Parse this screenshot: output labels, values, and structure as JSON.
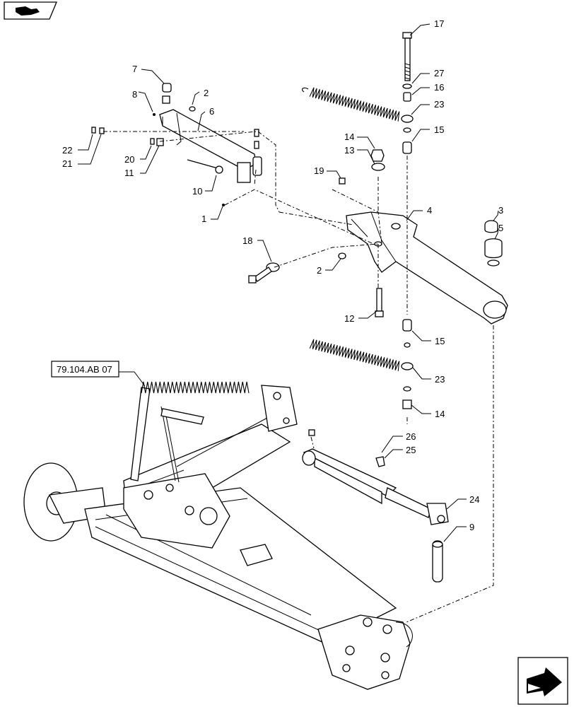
{
  "reference_label": "79.104.AB 07",
  "callouts": [
    "17",
    "27",
    "16",
    "23",
    "15",
    "14",
    "13",
    "19",
    "4",
    "3",
    "5",
    "7",
    "8",
    "2",
    "6",
    "22",
    "21",
    "20",
    "11",
    "10",
    "1",
    "18",
    "2",
    "12",
    "15",
    "23",
    "14",
    "26",
    "25",
    "24",
    "9"
  ],
  "icons": {
    "top_left": "book-nav-icon",
    "bottom_right": "next-page-arrow-icon"
  }
}
